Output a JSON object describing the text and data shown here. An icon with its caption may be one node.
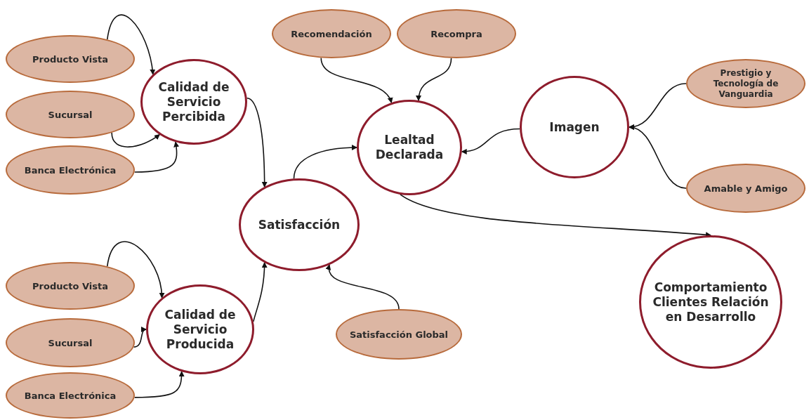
{
  "diagram": {
    "nodes": [
      {
        "text": [
          "Producto Vista"
        ]
      },
      {
        "text": [
          "Sucursal"
        ]
      },
      {
        "text": [
          "Banca Electrónica"
        ]
      },
      {
        "text": [
          "Calidad de Servicio Percibida"
        ]
      },
      {
        "text": [
          "Recomendación"
        ]
      },
      {
        "text": [
          "Recompra"
        ]
      },
      {
        "text": [
          "Lealtad Declarada"
        ]
      },
      {
        "text": [
          "Imagen"
        ]
      },
      {
        "text": [
          "Prestigio y Tecnología de Vanguardia"
        ]
      },
      {
        "text": [
          "Amable y Amigo"
        ]
      },
      {
        "text": [
          "Satisfacción"
        ]
      },
      {
        "text": [
          "Producto Vista"
        ]
      },
      {
        "text": [
          "Sucursal"
        ]
      },
      {
        "text": [
          "Banca Electrónica"
        ]
      },
      {
        "text": [
          "Calidad de Servicio Producida"
        ]
      },
      {
        "text": [
          "Satisfacción Global"
        ]
      },
      {
        "text": [
          "Comportamiento Clientes Relación en Desarrollo"
        ]
      }
    ],
    "edges": [
      {
        "from": 0,
        "to": 3,
        "arrow": "to"
      },
      {
        "from": 1,
        "to": 3,
        "arrow": "to"
      },
      {
        "from": 2,
        "to": 3,
        "arrow": "to"
      },
      {
        "from": 3,
        "to": 10,
        "arrow": "to"
      },
      {
        "from": 4,
        "to": 6,
        "arrow": "to"
      },
      {
        "from": 5,
        "to": 6,
        "arrow": "to"
      },
      {
        "from": 10,
        "to": 6,
        "arrow": "to"
      },
      {
        "from": 7,
        "to": 6,
        "arrow": "to"
      },
      {
        "from": 8,
        "to": 7,
        "arrow": "to"
      },
      {
        "from": 9,
        "to": 7,
        "arrow": "to"
      },
      {
        "from": 6,
        "to": 16,
        "arrow": "to"
      },
      {
        "from": 11,
        "to": 14,
        "arrow": "to"
      },
      {
        "from": 12,
        "to": 14,
        "arrow": "to"
      },
      {
        "from": 13,
        "to": 14,
        "arrow": "to"
      },
      {
        "from": 14,
        "to": 10,
        "arrow": "to"
      },
      {
        "from": 15,
        "to": 10,
        "arrow": "to"
      }
    ]
  }
}
